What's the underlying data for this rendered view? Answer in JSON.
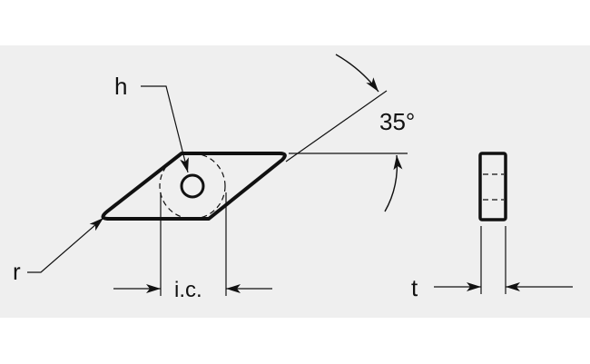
{
  "labels": {
    "hole": "h",
    "radius": "r",
    "inscribed_circle": "i.c.",
    "angle": "35°",
    "thickness": "t"
  },
  "colors": {
    "background_band": "#efefef",
    "line": "#111111"
  }
}
